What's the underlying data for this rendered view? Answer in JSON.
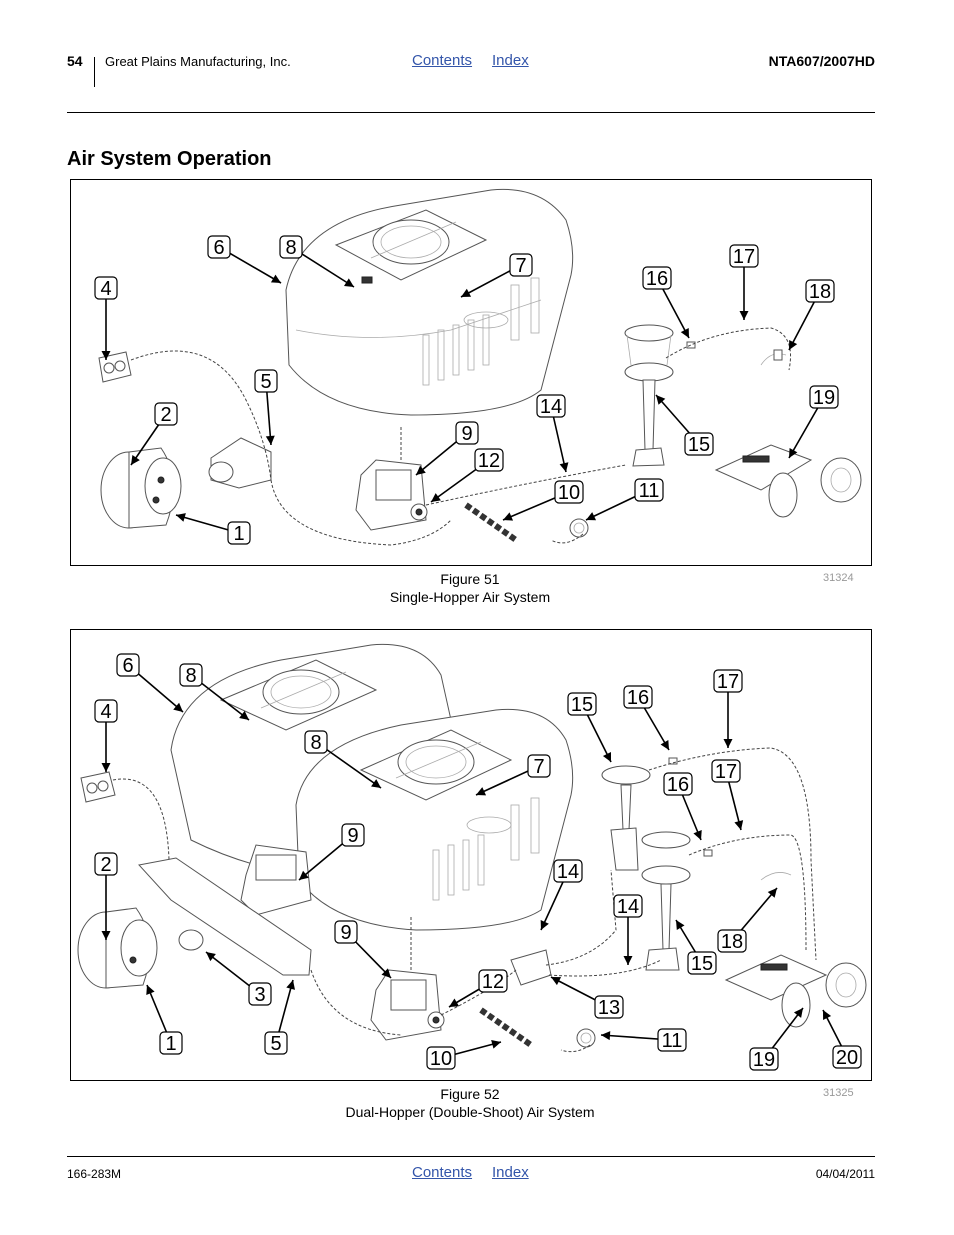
{
  "header": {
    "page_number": "54",
    "company": "Great Plains Manufacturing, Inc.",
    "nav": {
      "contents": "Contents",
      "index": "Index"
    },
    "model": "NTA607/2007HD"
  },
  "section_title": "Air System Operation",
  "figure51": {
    "caption_number": "Figure 51",
    "caption_text": "Single-Hopper Air System",
    "image_id": "31324",
    "callouts": [
      "1",
      "2",
      "4",
      "5",
      "6",
      "7",
      "8",
      "9",
      "10",
      "11",
      "12",
      "14",
      "15",
      "16",
      "17",
      "18",
      "19"
    ]
  },
  "figure52": {
    "caption_number": "Figure 52",
    "caption_text": "Dual-Hopper (Double-Shoot) Air System",
    "image_id": "31325",
    "callouts": [
      "1",
      "2",
      "3",
      "4",
      "5",
      "6",
      "7",
      "8",
      "8",
      "9",
      "9",
      "10",
      "11",
      "12",
      "13",
      "14",
      "14",
      "15",
      "15",
      "16",
      "16",
      "17",
      "17",
      "18",
      "19",
      "20"
    ]
  },
  "footer": {
    "doc_number": "166-283M",
    "nav": {
      "contents": "Contents",
      "index": "Index"
    },
    "date": "04/04/2011"
  }
}
